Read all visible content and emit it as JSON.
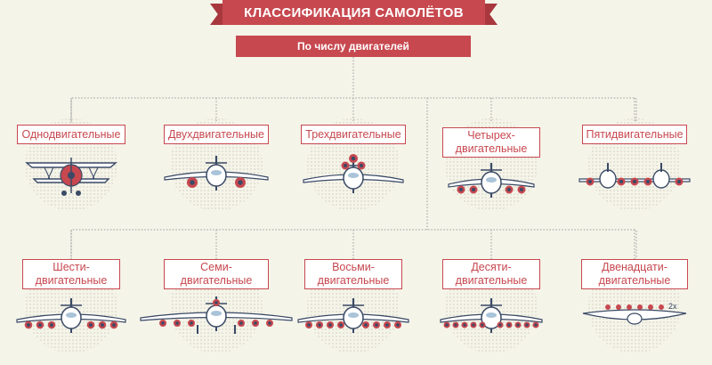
{
  "header": {
    "title": "КЛАССИФИКАЦИЯ САМОЛЁТОВ"
  },
  "root": {
    "label": "По числу двигателей"
  },
  "categories_top": [
    {
      "line1": "Однодвигательные",
      "line2": "",
      "engines": 1
    },
    {
      "line1": "Двухдвигательные",
      "line2": "",
      "engines": 2
    },
    {
      "line1": "Трехдвигательные",
      "line2": "",
      "engines": 3
    },
    {
      "line1": "Четырех-",
      "line2": "двигательные",
      "engines": 4
    },
    {
      "line1": "Пятидвигательные",
      "line2": "",
      "engines": 5
    }
  ],
  "categories_bottom": [
    {
      "line1": "Шести-",
      "line2": "двигательные",
      "engines": 6
    },
    {
      "line1": "Семи-",
      "line2": "двигательные",
      "engines": 7
    },
    {
      "line1": "Восьми-",
      "line2": "двигательные",
      "engines": 8
    },
    {
      "line1": "Десяти-",
      "line2": "двигательные",
      "engines": 10
    },
    {
      "line1": "Двенадцати-",
      "line2": "двигательные",
      "engines": 12
    }
  ],
  "annotations": {
    "twelve_engine_multiplier": "2x"
  },
  "colors": {
    "accent": "#c7484f",
    "navy": "#3a4a66",
    "plane_fill": "#ffffff",
    "plane_blue": "#a9c3d8",
    "background": "#f5f4e9",
    "halo": "#e4e2d6"
  }
}
